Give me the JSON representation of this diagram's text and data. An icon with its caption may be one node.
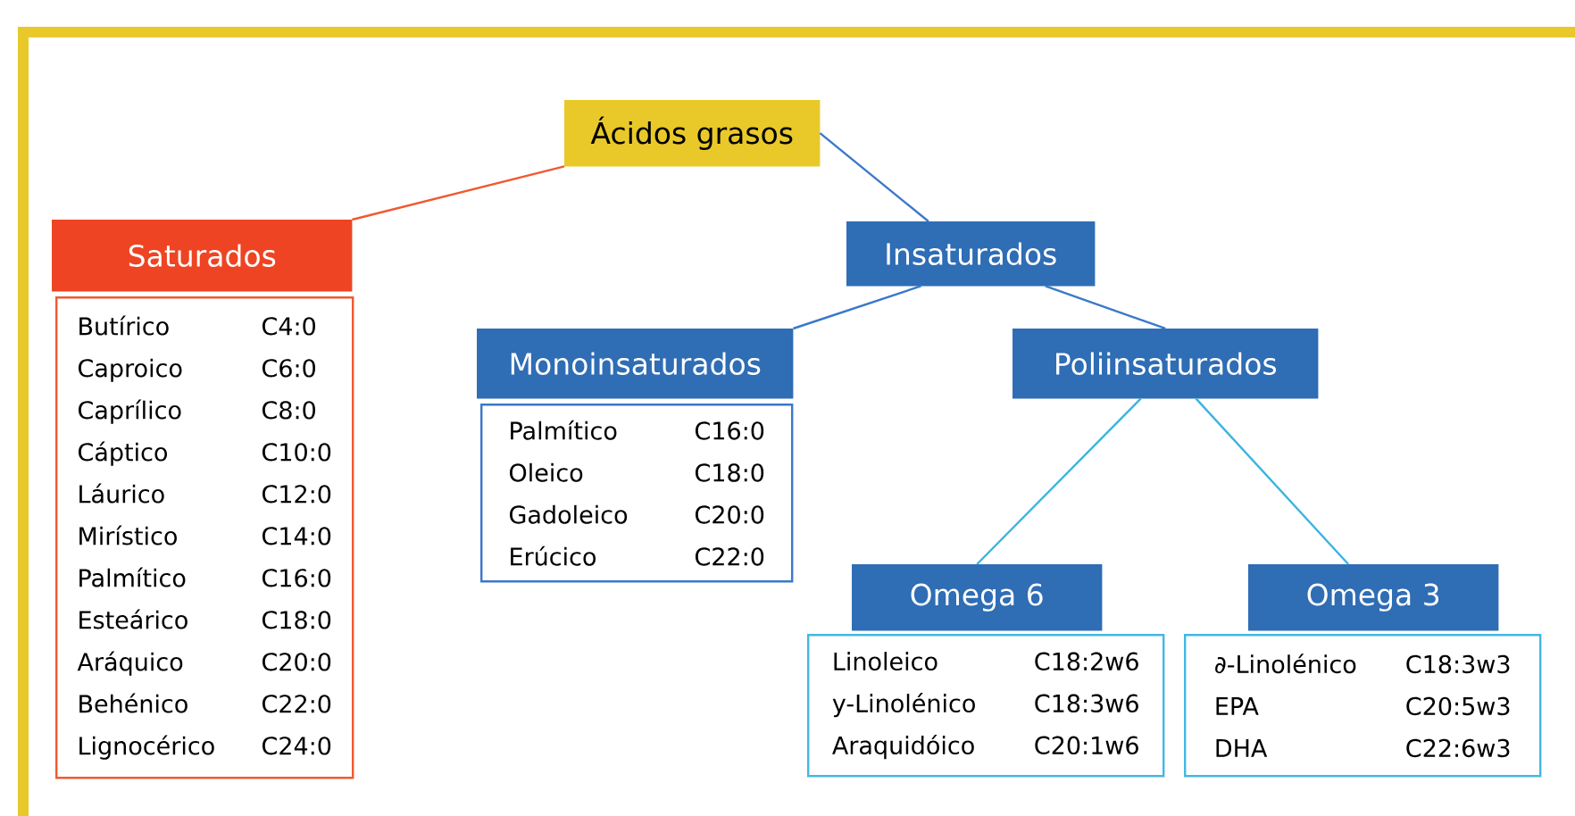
{
  "diagram": {
    "nodes": [
      {
        "text": [
          "Ácidos grasos"
        ]
      },
      {
        "text": [
          "Saturados"
        ]
      },
      {
        "text": [
          "Butírico",
          "C4:0",
          "Caproico",
          "C6:0",
          "Caprílico",
          "C8:0",
          "Cáptico",
          "C10:0",
          "Láurico",
          "C12:0",
          "Mirístico",
          "C14:0",
          "Palmítico",
          "C16:0",
          "Esteárico",
          "C18:0",
          "Aráquico",
          "C20:0",
          "Behénico",
          "C22:0",
          "Lignocérico",
          "C24:0"
        ]
      },
      {
        "text": [
          "Insaturados"
        ]
      },
      {
        "text": [
          "Monoinsaturados"
        ]
      },
      {
        "text": [
          "Palmítico",
          "C16:0",
          "Oleico",
          "C18:0",
          "Gadoleico",
          "C20:0",
          "Erúcico",
          "C22:0"
        ]
      },
      {
        "text": [
          "Poliinsaturados"
        ]
      },
      {
        "text": [
          "Omega 6"
        ]
      },
      {
        "text": [
          "Linoleico",
          "C18:2w6",
          "y-Linolénico",
          "C18:3w6",
          "Araquidóico",
          "C20:1w6"
        ]
      },
      {
        "text": [
          "Omega 3"
        ]
      },
      {
        "text": [
          "∂-Linolénico",
          "C18:3w3",
          "EPA",
          "C20:5w3",
          "DHA",
          "C22:6w3"
        ]
      }
    ],
    "edges": [
      {
        "from": 0,
        "to": 1,
        "arrow": "none",
        "color": "#ef5a32"
      },
      {
        "from": 0,
        "to": 3,
        "arrow": "none",
        "color": "#3a78c9"
      },
      {
        "from": 3,
        "to": 4,
        "arrow": "none",
        "color": "#3a78c9"
      },
      {
        "from": 3,
        "to": 6,
        "arrow": "none",
        "color": "#3a78c9"
      },
      {
        "from": 6,
        "to": 7,
        "arrow": "none",
        "color": "#3ab4e0"
      },
      {
        "from": 6,
        "to": 9,
        "arrow": "none",
        "color": "#3ab4e0"
      }
    ]
  }
}
